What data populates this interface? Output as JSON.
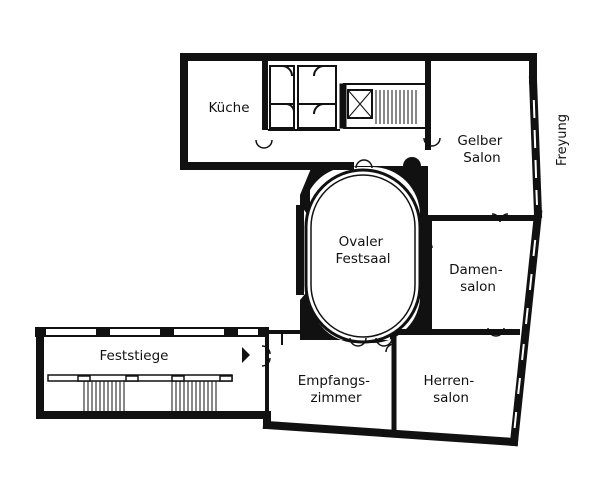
{
  "floor_plan": {
    "rooms": {
      "kueche": [
        "Küche"
      ],
      "gelber_salon": [
        "Gelber",
        "Salon"
      ],
      "ovaler_festsaal": [
        "Ovaler",
        "Festsaal"
      ],
      "damensalon": [
        "Damen-",
        "salon"
      ],
      "feststiege": [
        "Feststiege"
      ],
      "empfangszimmer": [
        "Empfangs-",
        "zimmer"
      ],
      "herrensalon": [
        "Herren-",
        "salon"
      ]
    },
    "street": "Freyung",
    "colors": {
      "wall": "#111111",
      "background": "#ffffff"
    }
  }
}
